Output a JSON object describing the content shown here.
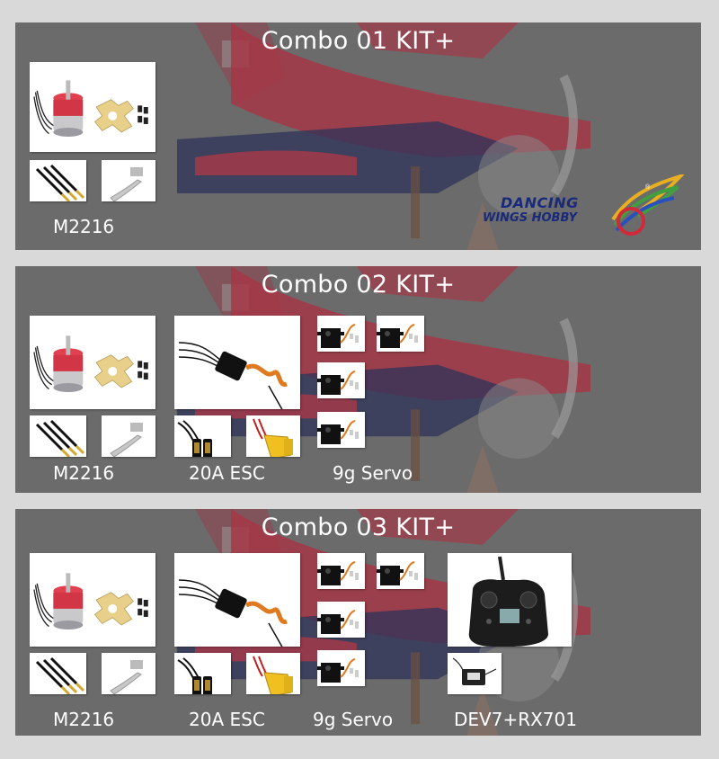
{
  "combos": [
    {
      "title": "Combo 01 KIT+",
      "labels": {
        "motor": "M2216"
      }
    },
    {
      "title": "Combo 02 KIT+",
      "labels": {
        "motor": "M2216",
        "esc": "20A ESC",
        "servo": "9g Servo"
      }
    },
    {
      "title": "Combo 03 KIT+",
      "labels": {
        "motor": "M2216",
        "esc": "20A ESC",
        "servo": "9g Servo",
        "radio": "DEV7+RX701"
      }
    }
  ],
  "logo": {
    "line1": "DANCING",
    "line2": "WINGS HOBBY",
    "mark": "®"
  },
  "colors": {
    "panel": "#6b6b6b",
    "page": "#d9d9d9",
    "plane_red": "#b03040",
    "plane_navy": "#2a2f5a"
  }
}
